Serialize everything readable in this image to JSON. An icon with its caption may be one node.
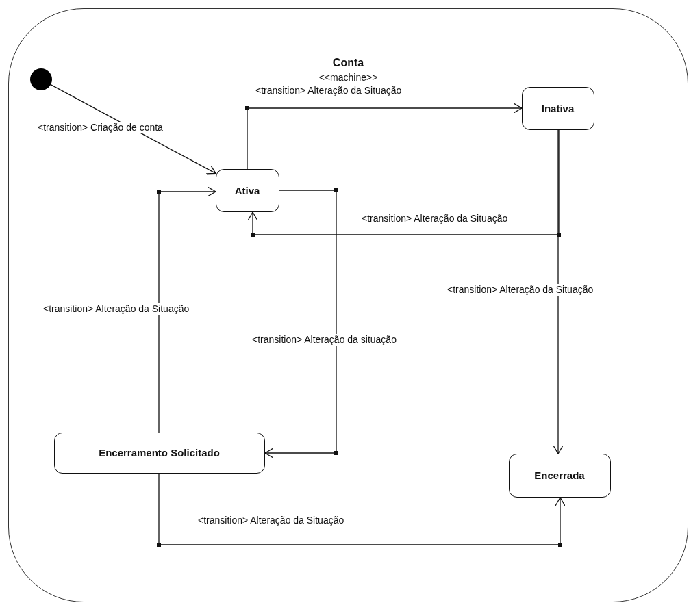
{
  "diagram": {
    "nodes": [
      {
        "text": [
          "Conta",
          "<<machine>>"
        ]
      },
      {
        "text": [],
        "shape": "circle",
        "in": 0
      },
      {
        "text": [
          "Ativa"
        ],
        "in": 0
      },
      {
        "text": [
          "Inativa"
        ],
        "in": 0
      },
      {
        "text": [
          "Encerramento Solicitado"
        ],
        "in": 0
      },
      {
        "text": [
          "Encerrada"
        ],
        "in": 0
      }
    ],
    "edges": [
      {
        "from": 1,
        "to": 2,
        "arrow": "to",
        "label": "<transition> Criação de conta"
      },
      {
        "from": 2,
        "to": 3,
        "arrow": "to",
        "label": "<transition> Alteração da Situação"
      },
      {
        "from": 3,
        "to": 2,
        "arrow": "to",
        "label": "<transition> Alteração da Situação"
      },
      {
        "from": 3,
        "to": 5,
        "arrow": "to",
        "label": "<transition> Alteração da Situação"
      },
      {
        "from": 2,
        "to": 4,
        "arrow": "to",
        "label": "<transition> Alteração da situação"
      },
      {
        "from": 4,
        "to": 2,
        "arrow": "to",
        "label": "<transition> Alteração da Situação"
      },
      {
        "from": 4,
        "to": 5,
        "arrow": "to",
        "label": "<transition> Alteração da Situação"
      }
    ]
  }
}
